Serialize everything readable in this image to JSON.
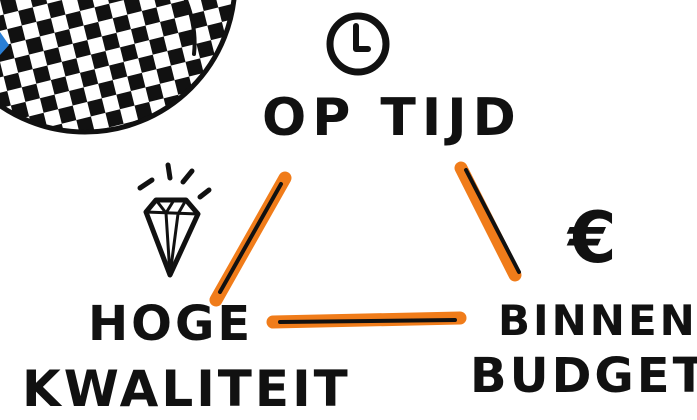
{
  "diagram": {
    "top_label": "OP TIJD",
    "left_label_line1": "HOGE",
    "left_label_line2": "KWALITEIT",
    "right_label_line1": "BINNEN",
    "right_label_line2": "BUDGET",
    "right_icon_symbol": "€",
    "icons": [
      "clock-icon",
      "diamond-icon",
      "euro-icon",
      "checkered-ball-icon"
    ],
    "colors": {
      "ink": "#111111",
      "accent": "#f07c1a",
      "highlight": "#2a7fd6"
    }
  }
}
